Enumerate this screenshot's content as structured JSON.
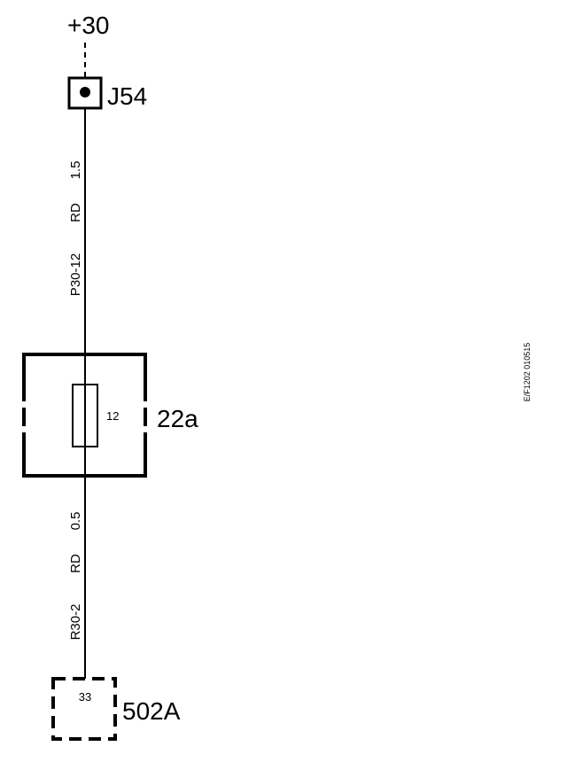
{
  "supply": {
    "label": "+30"
  },
  "connector_top": {
    "label": "J54"
  },
  "wire_upper": {
    "gauge": "1.5",
    "color": "RD",
    "id": "P30-12"
  },
  "fuse": {
    "label": "22a",
    "rating": "12"
  },
  "wire_lower": {
    "gauge": "0.5",
    "color": "RD",
    "id": "R30-2"
  },
  "connector_bottom": {
    "label": "502A",
    "pin": "33"
  },
  "drawing_ref": "E/F1202 010515",
  "colors": {
    "line": "#000000",
    "background": "#ffffff"
  }
}
